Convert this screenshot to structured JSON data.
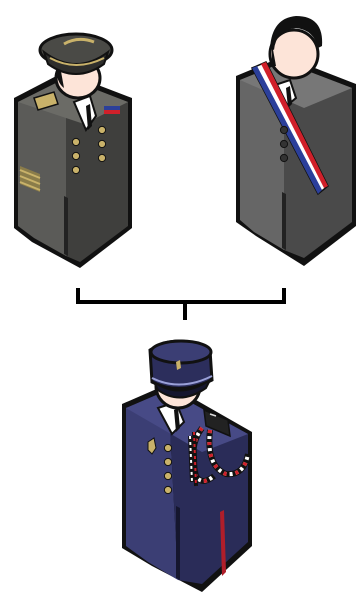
{
  "figures": [
    {
      "id": "military-officer",
      "icon": "military-officer-icon",
      "uniform_color": "#4a4a48",
      "cap_color": "#5a5a55",
      "accent": "#c9b26a"
    },
    {
      "id": "official-with-sash",
      "icon": "official-with-sash-icon",
      "suit_color": "#555555",
      "sash_colors": [
        "#2b3f9a",
        "#ffffff",
        "#d0202a"
      ]
    },
    {
      "id": "gendarme",
      "icon": "gendarme-icon",
      "uniform_color": "#2c2e5c",
      "cap_color": "#2c2e5c",
      "cord_colors": [
        "#2b3f9a",
        "#ffffff",
        "#d0202a"
      ],
      "stripe_color": "#b01e2a"
    }
  ],
  "connector": {
    "icon": "bracket-connector",
    "color": "#000000"
  }
}
